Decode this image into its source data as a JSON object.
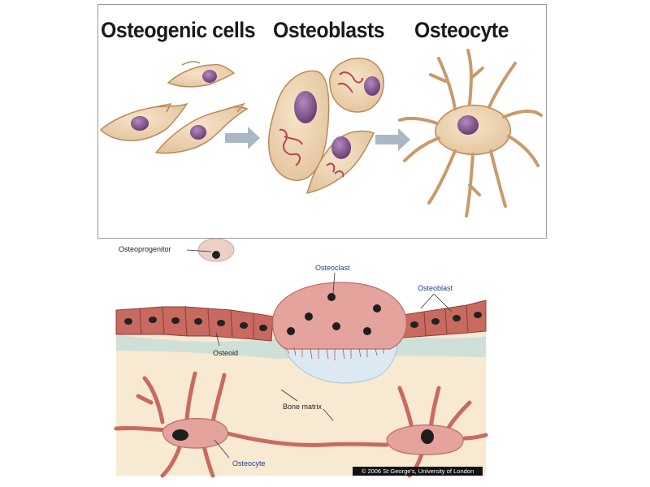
{
  "top_panel": {
    "stage_titles": [
      "Osteogenic cells",
      "Osteoblasts",
      "Osteocyte"
    ]
  },
  "bottom_panel": {
    "labels": {
      "osteoprogenitor": "Osteoprogenitor",
      "osteoclast": "Osteoclast",
      "osteoblast": "Osteoblast",
      "osteoid": "Osteoid",
      "bone_matrix": "Bone matrix",
      "osteocyte": "Osteocyte"
    },
    "credit": "© 2006 St George's, University of London"
  },
  "colors": {
    "cell_fill": "#ecd2ad",
    "cell_edge": "#b98a5c",
    "nucleus": "#7d4f86",
    "arrow": "#a9b8c4",
    "tissue_cell": "#c86a60",
    "osteoclast": "#e4a39d",
    "osteoid": "#cfe0d9",
    "bone_matrix": "#f8e9d2",
    "resorption_pit": "#dce9f2",
    "label_blue": "#1f3f8f"
  }
}
